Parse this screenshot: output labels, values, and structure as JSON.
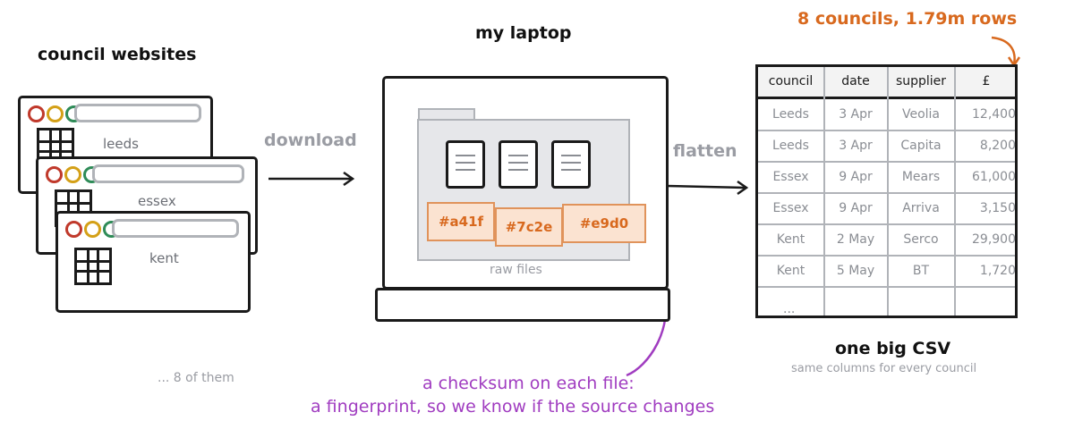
{
  "sources": {
    "heading": "council websites",
    "windows": [
      {
        "label": "leeds"
      },
      {
        "label": "essex"
      },
      {
        "label": "kent"
      }
    ],
    "more_note": "... 8 of them"
  },
  "arrows": {
    "download_label": "download",
    "flatten_label": "flatten"
  },
  "laptop": {
    "heading": "my laptop",
    "folder_label": "raw files",
    "checksums": [
      "#a41f",
      "#7c2e",
      "#e9d0"
    ]
  },
  "annotation": {
    "line1": "a checksum on each file:",
    "line2": "a fingerprint, so we know if the source changes"
  },
  "output": {
    "callout": "8 councils, 1.79m rows",
    "title": "one big CSV",
    "subtitle": "same columns for every council",
    "table": {
      "columns": [
        "council",
        "date",
        "supplier",
        "£"
      ],
      "rows": [
        [
          "Leeds",
          "3 Apr",
          "Veolia",
          "12,400"
        ],
        [
          "Leeds",
          "3 Apr",
          "Capita",
          "8,200"
        ],
        [
          "Essex",
          "9 Apr",
          "Mears",
          "61,000"
        ],
        [
          "Essex",
          "9 Apr",
          "Arriva",
          "3,150"
        ],
        [
          "Kent",
          "2 May",
          "Serco",
          "29,900"
        ],
        [
          "Kent",
          "5 May",
          "BT",
          "1,720"
        ]
      ],
      "ellipsis": "..."
    }
  },
  "colors": {
    "accent_orange": "#d8691e",
    "accent_purple": "#a03cc0",
    "muted_gray": "#9a9ca3"
  }
}
